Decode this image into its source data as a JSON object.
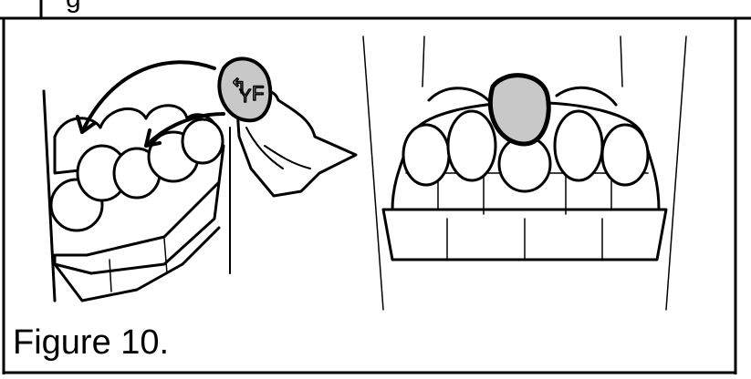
{
  "figure": {
    "caption_bottom": "Figure 10.",
    "caption_top_partial": "g",
    "colors": {
      "line": "#000000",
      "tooth_fill": "#ffffff",
      "highlight_tooth_fill": "#c8c8c8",
      "background": "#ffffff"
    },
    "left_panel": {
      "tool_marks": [
        "arrow-left-mark",
        "y-mark",
        "F"
      ],
      "arrows": 2
    },
    "right_panel": {
      "highlighted_teeth": 1
    }
  }
}
